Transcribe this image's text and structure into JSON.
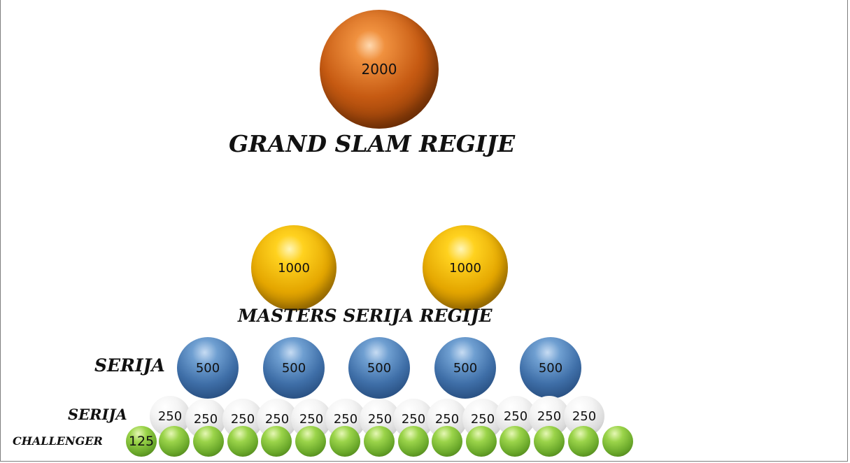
{
  "diagram": {
    "labels": {
      "grand_slam": "GRAND SLAM REGIJE",
      "masters": "MASTERS SERIJA REGIJE",
      "serija_500": "SERIJA",
      "serija_250": "SERIJA",
      "challenger": "CHALLENGER"
    },
    "tiers": [
      {
        "name": "grand-slam",
        "color": "orange",
        "values": [
          "2000"
        ]
      },
      {
        "name": "masters",
        "color": "gold",
        "values": [
          "1000",
          "1000"
        ]
      },
      {
        "name": "serija-500",
        "color": "blue",
        "values": [
          "500",
          "500",
          "500",
          "500",
          "500"
        ]
      },
      {
        "name": "serija-250",
        "color": "white",
        "values": [
          "250",
          "250",
          "250",
          "250",
          "250",
          "250",
          "250",
          "250",
          "250",
          "250",
          "250",
          "250",
          "250"
        ]
      },
      {
        "name": "challenger",
        "color": "green",
        "values": [
          "125",
          "",
          "",
          "",
          "",
          "",
          "",
          "",
          "",
          "",
          "",
          "",
          "",
          "",
          ""
        ]
      }
    ],
    "colors": {
      "orange": "#c65a12",
      "gold": "#e4a600",
      "blue": "#3f6fa8",
      "white": "#e6e6e6",
      "green": "#6aa82a"
    }
  }
}
